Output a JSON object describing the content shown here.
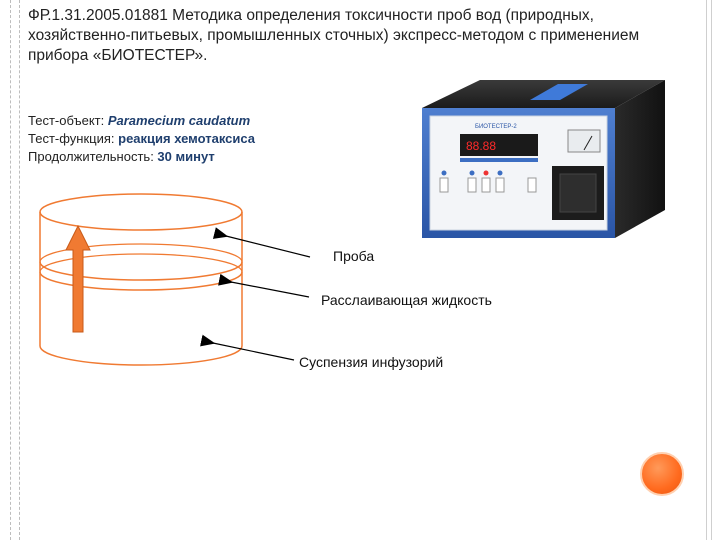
{
  "title": "ФР.1.31.2005.01881 Методика определения токсичности проб вод (природных, хозяйственно-питьевых, промышленных сточных) экспресс-методом с применением прибора «БИОТЕСТЕР».",
  "info": {
    "test_object_label": "Тест-объект: ",
    "test_object_value": "Paramecium caudatum",
    "test_function_label": "Тест-функция: ",
    "test_function_value": "реакция хемотаксиса",
    "duration_label": "Продолжительность: ",
    "duration_value": "30 минут"
  },
  "diagram": {
    "labels": {
      "sample": "Проба",
      "separating_liquid": "Расслаивающая жидкость",
      "suspension": "Суспензия инфузорий"
    }
  },
  "device": {
    "brand_text": "БИОТЕСТЕР-2"
  },
  "colors": {
    "accent_orange": "#f07a32",
    "device_blue": "#2f5fb3",
    "text_blue": "#1f3f6e"
  }
}
